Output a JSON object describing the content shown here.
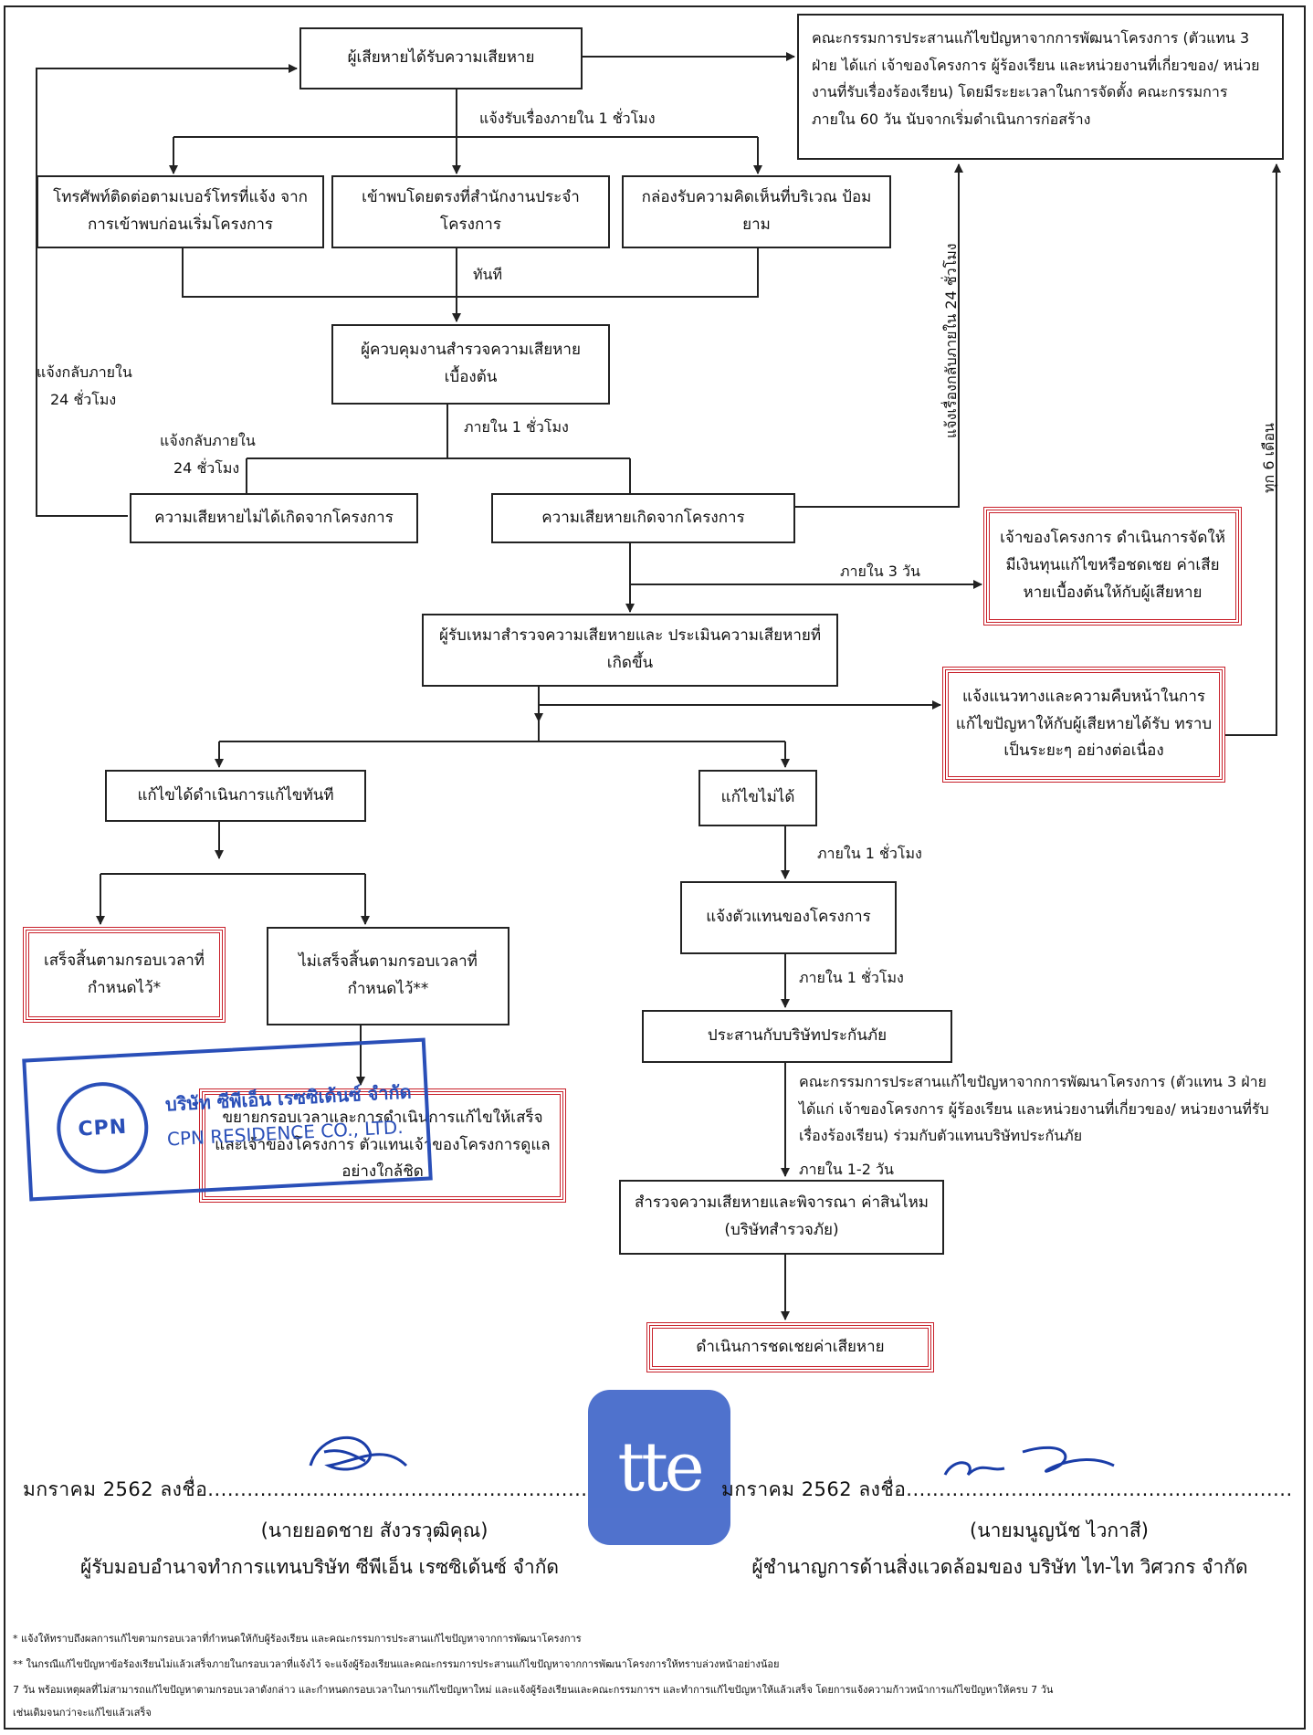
{
  "nodes": {
    "victim": "ผู้เสียหายได้รับความเสียหาย",
    "committee": "คณะกรรมการประสานแก้ไขปัญหาจากการพัฒนาโครงการ (ตัวแทน 3 ฝ่าย ได้แก่ เจ้าของโครงการ ผู้ร้องเรียน และหน่วยงานที่เกี่ยวของ/ หน่วยงานที่รับเรื่องร้องเรียน) โดยมีระยะเวลาในการจัดตั้ง คณะกรรมการภายใน 60 วัน นับจากเริ่มดำเนินการก่อสร้าง",
    "phone": "โทรศัพท์ติดต่อตามเบอร์โทรที่แจ้ง จากการเข้าพบก่อนเริ่มโครงการ",
    "office": "เข้าพบโดยตรงที่สำนักงานประจำ โครงการ",
    "box_comment": "กล่องรับความคิดเห็นที่บริเวณ ป้อมยาม",
    "supervisor": "ผู้ควบคุมงานสำรวจความเสียหาย เบื้องต้น",
    "not_project": "ความเสียหายไม่ได้เกิดจากโครงการ",
    "from_project": "ความเสียหายเกิดจากโครงการ",
    "owner_fund": "เจ้าของโครงการ ดำเนินการจัดให้ มีเงินทุนแก้ไขหรือชดเชย ค่าเสียหายเบื้องต้นให้กับผู้เสียหาย",
    "contractor": "ผู้รับเหมาสำรวจความเสียหายและ ประเมินความเสียหายที่เกิดขึ้น",
    "inform_progress": "แจ้งแนวทางและความคืบหน้าในการ แก้ไขปัญหาให้กับผู้เสียหายได้รับ ทราบเป็นระยะๆ อย่างต่อเนื่อง",
    "fix_now": "แก้ไขได้ดำเนินการแก้ไขทันที",
    "cannot_fix": "แก้ไขไม่ได้",
    "done_ontime": "เสร็จสิ้นตามกรอบเวลาที่ กำหนดไว้*",
    "not_done": "ไม่เสร็จสิ้นตามกรอบเวลาที่ กำหนดไว้**",
    "notify_rep": "แจ้งตัวแทนของโครงการ",
    "extend": "ขยายกรอบเวลาและการดำเนินการแก้ไขให้เสร็จ และเจ้าของโครงการ ตัวแทนเจ้าของโครงการดูแล อย่างใกล้ชิด",
    "insurer": "ประสานกับบริษัทประกันภัย",
    "survey": "สำรวจความเสียหายและพิจารณา ค่าสินไหม (บริษัทสำรวจภัย)",
    "compensate": "ดำเนินการชดเชยค่าเสียหาย"
  },
  "labels": {
    "within_1h_receive": "แจ้งรับเรื่องภายใน 1 ชั่วโมง",
    "immediately": "ทันที",
    "within_1h": "ภายใน  1 ชั่วโมง",
    "reply_24h_a": "แจ้งกลับภายใน",
    "reply_24h_b": "24 ชั่วโมง",
    "within_3d": "ภายใน  3 วัน",
    "within_1h_b": "ภายใน 1 ชั่วโมง",
    "within_1h_c": "ภายใน 1 ชั่วโมง",
    "within_1_2d": "ภายใน 1-2  วัน",
    "reply_24h_vertical": "แจ้งเรื่องกลับภายใน 24 ชั่วโมง",
    "every_6m": "ทุก 6 เดือน",
    "committee_insurer": "คณะกรรมการประสานแก้ไขปัญหาจากการพัฒนาโครงการ (ตัวแทน 3 ฝ่าย ได้แก่ เจ้าของโครงการ  ผู้ร้องเรียน และหน่วยงานที่เกี่ยวของ/ หน่วยงานที่รับเรื่องร้องเรียน) ร่วมกับตัวแทนบริษัทประกันภัย"
  },
  "stamp": {
    "thai": "บริษัท ซีพีเอ็น เรซซิเด้นซ์ จำกัด",
    "english": "CPN RESIDENCE CO., LTD.",
    "logo": "CPN"
  },
  "seal": {
    "text": "tte"
  },
  "signatures": {
    "left_line": "มกราคม  2562  ลงชื่อ.....................................................................",
    "left_name": "(นายยอดชาย  สังวรวุฒิคุณ)",
    "left_title": "ผู้รับมอบอำนาจทำการแทนบริษัท ซีพีเอ็น เรซซิเด้นซ์  จำกัด",
    "right_line": "มกราคม  2562  ลงชื่อ.....................................................................",
    "right_name": "(นายมนูญนัช  ไวกาสี)",
    "right_title": "ผู้ชำนาญการด้านสิ่งแวดล้อมของ บริษัท ไท-ไท  วิศวกร จำกัด"
  },
  "footnotes": [
    "* แจ้งให้ทราบถึงผลการแก้ไขตามกรอบเวลาที่กำหนดให้กับผู้ร้องเรียน  และคณะกรรมการประสานแก้ไขปัญหาจากการพัฒนาโครงการ",
    "** ในกรณีแก้ไขปัญหาข้อร้องเรียนไม่แล้วเสร็จภายในกรอบเวลาที่แจ้งไว้ จะแจ้งผู้ร้องเรียนและคณะกรรมการประสานแก้ไขปัญหาจากการพัฒนาโครงการให้ทราบล่วงหน้าอย่างน้อย",
    "7 วัน พร้อมเหตุผลที่ไม่สามารถแก้ไขปัญหาตามกรอบเวลาดังกล่าว และกำหนดกรอบเวลาในการแก้ไขปัญหาใหม่ และแจ้งผู้ร้องเรียนและคณะกรรมการฯ และทำการแก้ไขปัญหาให้แล้วเสร็จ โดยการแจ้งความก้าวหน้าการแก้ไขปัญหาให้ครบ 7 วัน",
    "เช่นเดิมจนกว่าจะแก้ไขแล้วเสร็จ"
  ],
  "colors": {
    "line": "#222222",
    "red_border": "#c8202a",
    "stamp_blue": "#2a4fb8",
    "seal_blue": "#3d63c8"
  }
}
